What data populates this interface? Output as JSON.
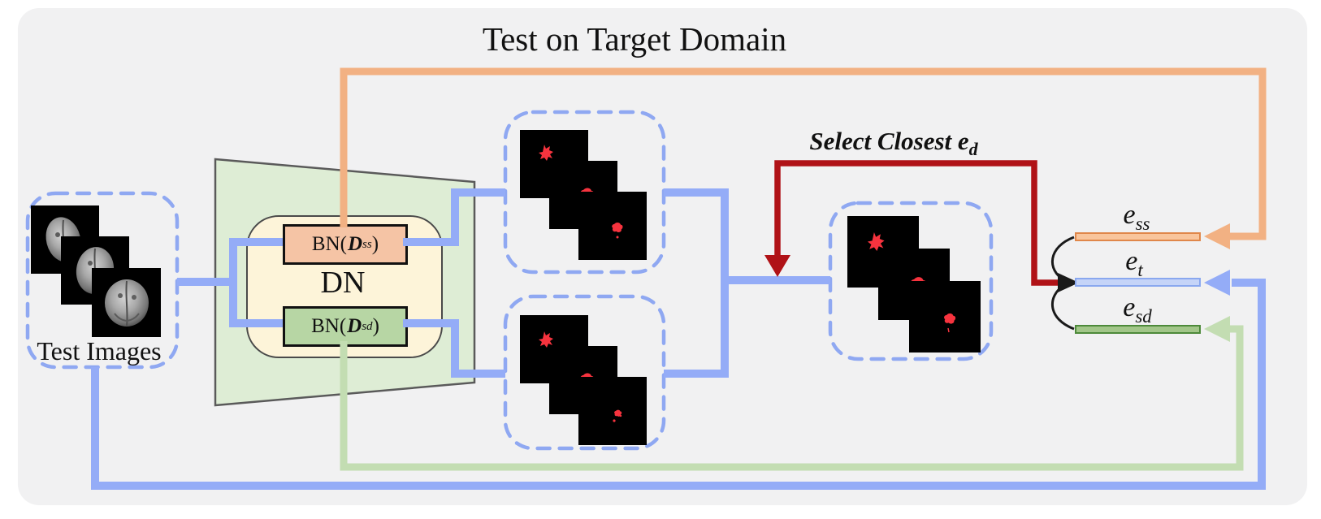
{
  "title": "Test on Target Domain",
  "select_arrow": {
    "text": "Select Closest ",
    "var_base": "e",
    "var_sub": "d"
  },
  "network": {
    "name": "DN",
    "bn_top": {
      "prefix": "BN(",
      "domain": "D",
      "sup": "ss",
      "suffix": ")"
    },
    "bn_bottom": {
      "prefix": "BN(",
      "domain": "D",
      "sup": "sd",
      "suffix": ")"
    }
  },
  "test_images": {
    "label": "Test Images",
    "image_count": 3
  },
  "outputs": {
    "prediction_sets": 2,
    "selected_set_images": 3,
    "images_per_set": 3
  },
  "embeddings": {
    "ess": {
      "base": "e",
      "sub": "ss"
    },
    "et": {
      "base": "e",
      "sub": "t"
    },
    "esd": {
      "base": "e",
      "sub": "sd"
    }
  },
  "colors": {
    "card_bg": "#f1f1f2",
    "blue_line": "#94acf7",
    "orange_line": "#f2b183",
    "green_line": "#c3ddb2",
    "red_line": "#b01217",
    "black_line": "#1a1a1a",
    "dashed_box": "#8fa8f2",
    "trapezoid_fill": "#deedd5",
    "trapezoid_border": "#5a5a5a",
    "dn_fill": "#fdf4d9",
    "bn_ss_fill": "#f5c4a5",
    "bn_sd_fill": "#b7d6a4",
    "bar_ess_fill": "#f9c59c",
    "bar_ess_border": "#e0874a",
    "bar_et_fill": "#c5d4f8",
    "bar_et_border": "#8aa8ef",
    "bar_esd_fill": "#a2c689",
    "bar_esd_border": "#4d8a3a",
    "mask_red": "#f6333e"
  }
}
